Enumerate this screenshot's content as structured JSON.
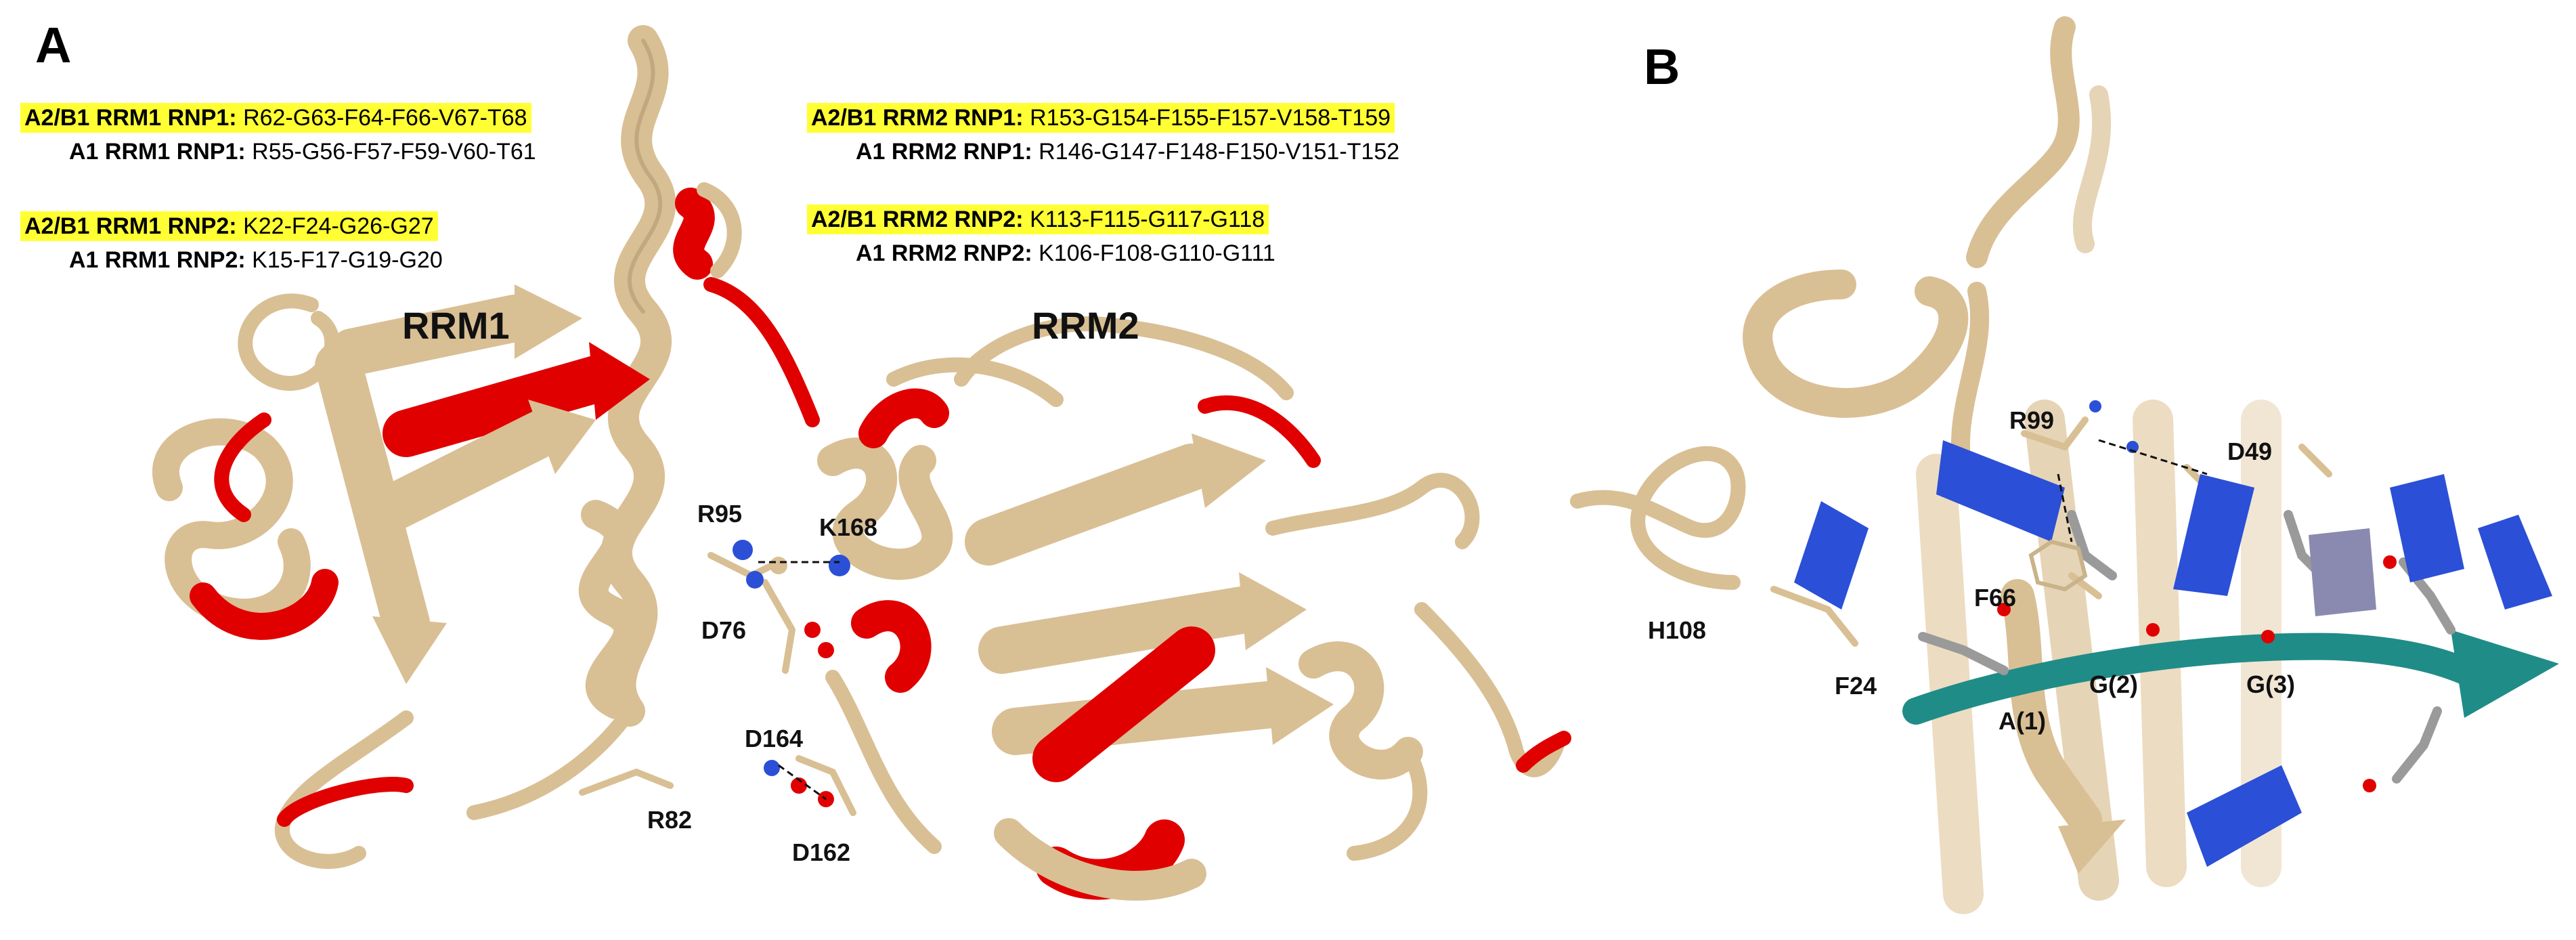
{
  "panelA": {
    "letter": "A",
    "motifs": [
      {
        "tag": "A2/B1 RRM1 RNP1:",
        "seq": "R62-G63-F64-F66-V67-T68"
      },
      {
        "tag": "A1 RRM1 RNP1:",
        "seq": "R55-G56-F57-F59-V60-T61"
      },
      {
        "tag": "A2/B1 RRM1 RNP2:",
        "seq": "K22-F24-G26-G27"
      },
      {
        "tag": "A1 RRM1 RNP2:",
        "seq": "K15-F17-G19-G20"
      },
      {
        "tag": "A2/B1 RRM2 RNP1:",
        "seq": "R153-G154-F155-F157-V158-T159"
      },
      {
        "tag": "A1 RRM2 RNP1:",
        "seq": "R146-G147-F148-F150-V151-T152"
      },
      {
        "tag": "A2/B1 RRM2 RNP2:",
        "seq": "K113-F115-G117-G118"
      },
      {
        "tag": "A1 RRM2 RNP2:",
        "seq": "K106-F108-G110-G111"
      }
    ],
    "domains": [
      "RRM1",
      "RRM2"
    ],
    "residues": [
      "R95",
      "K168",
      "D76",
      "D164",
      "R82",
      "D162"
    ]
  },
  "panelB": {
    "letter": "B",
    "residues": [
      "R99",
      "D49",
      "F66",
      "H108",
      "F24",
      "A(1)",
      "G(2)",
      "G(3)"
    ]
  },
  "colors": {
    "ribbon": "#d9bf94",
    "ribbon_dark": "#b39a70",
    "rnp": "#e00000",
    "base": "#2b4fd6",
    "rna": "#1f8c87",
    "highlight": "#ffff33"
  }
}
